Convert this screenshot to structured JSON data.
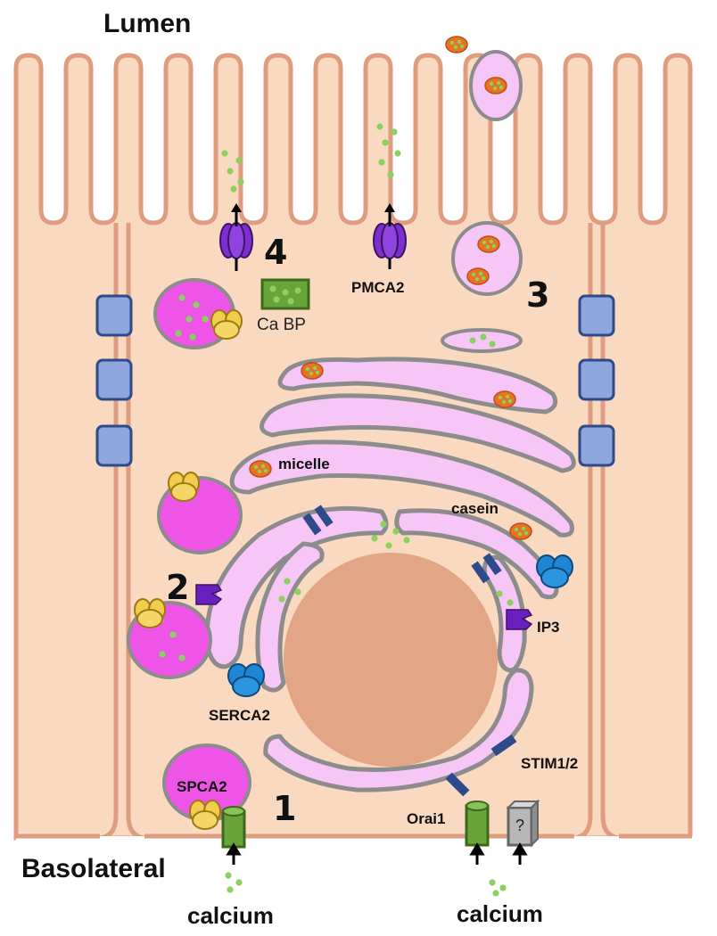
{
  "regions": {
    "top": "Lumen",
    "bottom": "Basolateral"
  },
  "labels": {
    "calcium_left": "calcium",
    "calcium_right": "calcium",
    "pmca2": "PMCA2",
    "ca_bp": "Ca BP",
    "micelle": "micelle",
    "casein": "casein",
    "ip3": "IP3",
    "serca2": "SERCA2",
    "stim": "STIM1/2",
    "spca2": "SPCA2",
    "orai1": "Orai1",
    "unknown_channel": "?"
  },
  "steps": {
    "one": "1",
    "two": "2",
    "three": "3",
    "four": "4"
  },
  "colors": {
    "cell": "#f9d9c0",
    "cell_border": "#de9c80",
    "nucleus": "#e2a585",
    "organelle": "#f6c6f6",
    "vesicle": "#ee55e6",
    "membrane_gray": "#8c8c8c",
    "junction": "#8fa6dc",
    "calcium_dot": "#8bd160",
    "micelle": "#e8721f",
    "pump_purple": "#7c2fce",
    "serca_blue": "#1f86d6",
    "spca_yellow": "#f2cc4c",
    "orai_green": "#6aa33a",
    "stim_navy": "#2f4a8a"
  }
}
